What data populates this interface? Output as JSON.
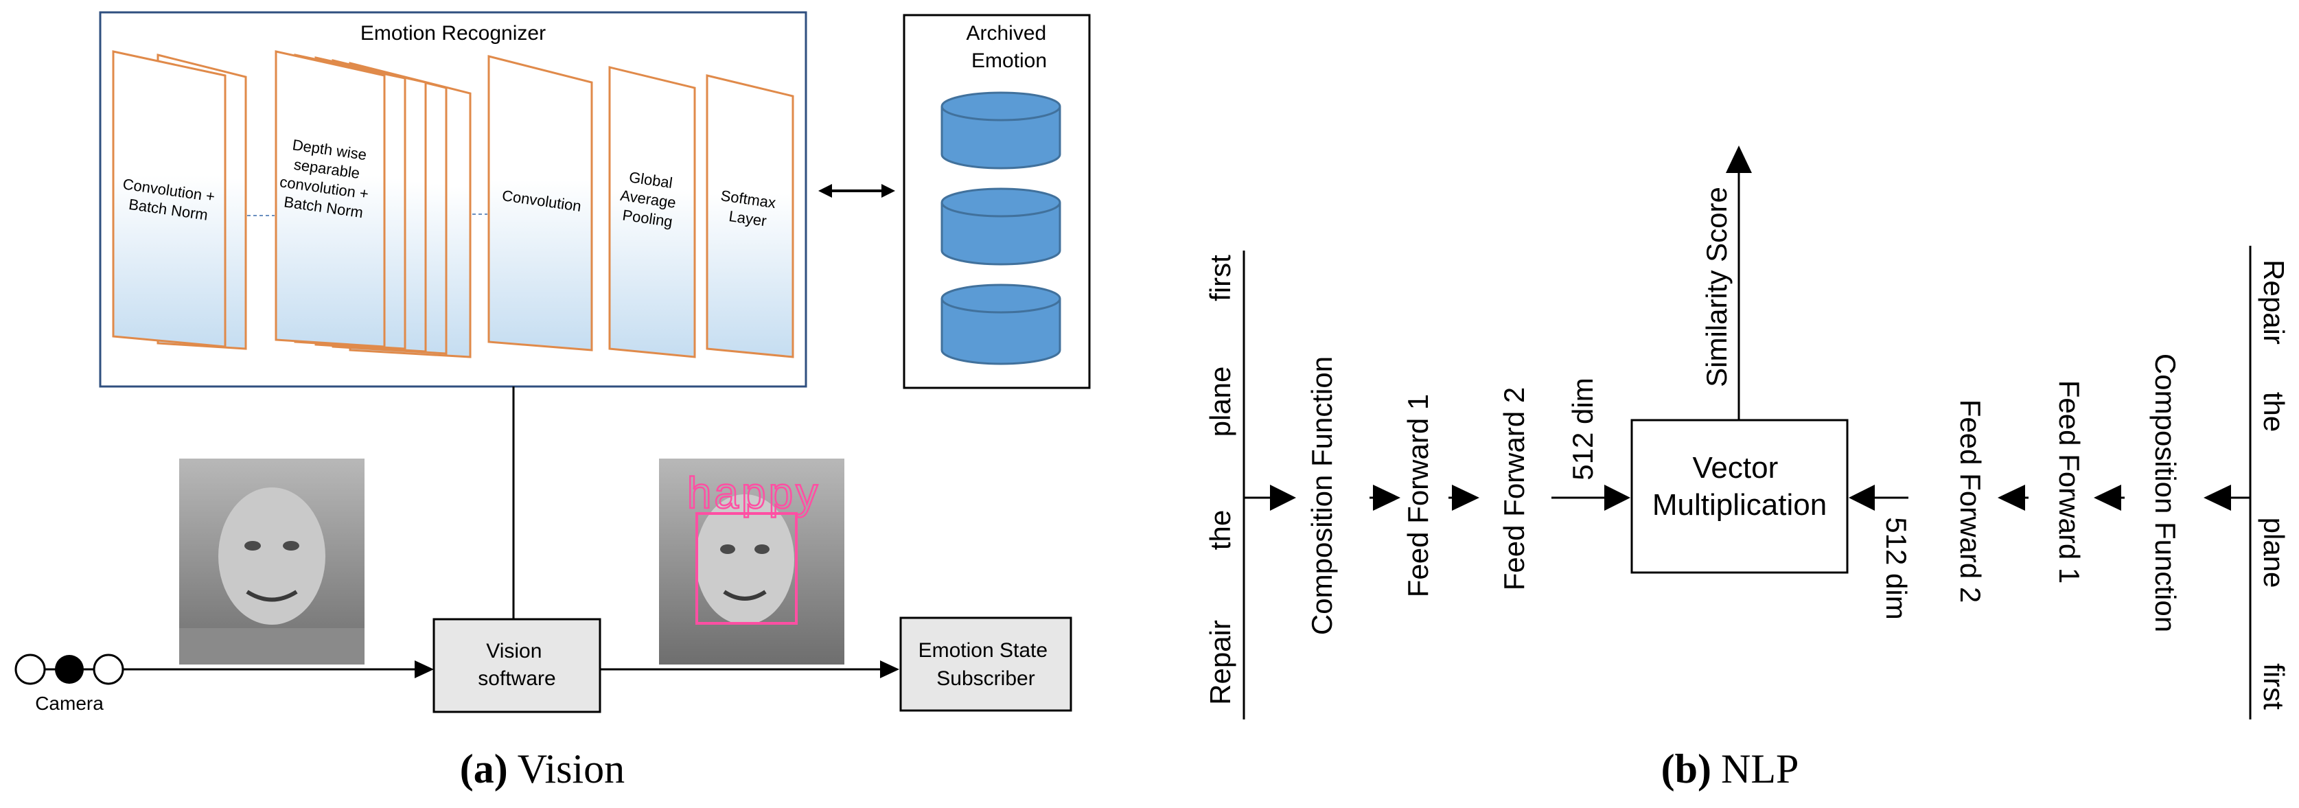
{
  "vision": {
    "recognizer_title": "Emotion Recognizer",
    "layers": [
      {
        "lines": [
          "Convolution +",
          "Batch Norm"
        ]
      },
      {
        "lines": [
          "Depth wise",
          "separable",
          "convolution +",
          "Batch Norm"
        ]
      },
      {
        "lines": [
          "Convolution"
        ]
      },
      {
        "lines": [
          "Global",
          "Average",
          "Pooling"
        ]
      },
      {
        "lines": [
          "Softmax",
          "Layer"
        ]
      }
    ],
    "archive_title_lines": [
      "Archived",
      "Emotion"
    ],
    "vision_software_lines": [
      "Vision",
      "software"
    ],
    "subscriber_lines": [
      "Emotion State",
      "Subscriber"
    ],
    "camera_label": "Camera",
    "detected_emotion": "happy",
    "caption_letter": "(a)",
    "caption_text": "Vision"
  },
  "nlp": {
    "left_words": [
      "Repair",
      "the",
      "plane",
      "first"
    ],
    "right_words": [
      "Repair",
      "the",
      "plane",
      "first"
    ],
    "left_stages": [
      "Composition Function",
      "Feed Forward 1",
      "Feed Forward 2"
    ],
    "right_stages": [
      "Feed Forward 2",
      "Feed Forward 1",
      "Composition Function"
    ],
    "dim_label": "512 dim",
    "output_label": "Similarity Score",
    "center_box_lines": [
      "Vector",
      "Multiplication"
    ],
    "caption_letter": "(b)",
    "caption_text": "NLP"
  },
  "colors": {
    "layer_border": "#e08a4a",
    "layer_gradient_bottom": "#c5ddf1",
    "cylinder_fill": "#5b9bd5",
    "cylinder_stroke": "#41719c",
    "box_fill": "#e7e7e7",
    "face_box": "#ff4fa3",
    "recognizer_border": "#2f4f7f"
  }
}
